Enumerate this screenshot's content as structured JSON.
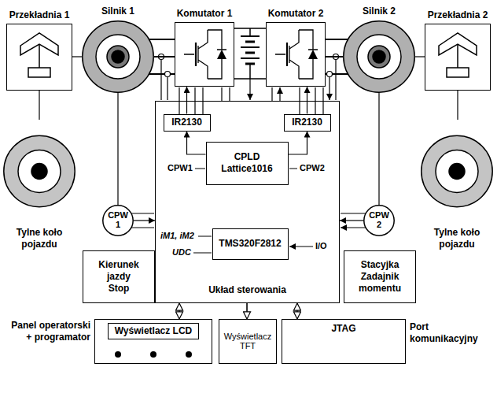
{
  "diagram": {
    "nodes": [
      {
        "text": [
          "Przekładnia 1"
        ]
      },
      {
        "text": [
          "Silnik 1"
        ]
      },
      {
        "text": [
          "Komutator 1"
        ]
      },
      {
        "text": [
          "Komutator 2"
        ]
      },
      {
        "text": [
          "Silnik 2"
        ]
      },
      {
        "text": [
          "Przekładnia 2"
        ]
      },
      {
        "text": [
          "Układ sterowania"
        ]
      },
      {
        "text": [
          "IR2130"
        ],
        "in": 6
      },
      {
        "text": [
          "IR2130"
        ],
        "in": 6
      },
      {
        "text": [
          "CPLD",
          "Lattice1016"
        ],
        "in": 6
      },
      {
        "text": [
          "TMS320F2812"
        ],
        "in": 6
      },
      {
        "text": [
          "CPW 1"
        ]
      },
      {
        "text": [
          "CPW 2"
        ]
      },
      {
        "text": [
          "Tylne koło pojazdu"
        ]
      },
      {
        "text": [
          "Tylne koło pojazdu"
        ]
      },
      {
        "text": [
          "Kierunek jazdy",
          "Stop"
        ]
      },
      {
        "text": [
          "Stacyjka",
          "Zadajnik momentu"
        ]
      },
      {
        "text": [
          "Panel operatorski + programator",
          "Wyświetlacz LCD"
        ]
      },
      {
        "text": [
          "Wyświetlacz TFT"
        ]
      },
      {
        "text": [
          "JTAG",
          "Port komunikacyjny"
        ]
      }
    ],
    "edges": [
      {
        "from": 1,
        "to": 0,
        "arrow": "none"
      },
      {
        "from": 0,
        "to": 13,
        "arrow": "none"
      },
      {
        "from": 1,
        "to": 2,
        "arrow": "none"
      },
      {
        "from": 7,
        "to": 2,
        "arrow": "to"
      },
      {
        "from": 8,
        "to": 3,
        "arrow": "to"
      },
      {
        "from": 4,
        "to": 3,
        "arrow": "none"
      },
      {
        "from": 4,
        "to": 5,
        "arrow": "none"
      },
      {
        "from": 5,
        "to": 14,
        "arrow": "none"
      },
      {
        "from": 9,
        "to": 7,
        "arrow": "to"
      },
      {
        "from": 9,
        "to": 8,
        "arrow": "to"
      },
      {
        "from": 1,
        "to": 11,
        "arrow": "none"
      },
      {
        "from": 4,
        "to": 12,
        "arrow": "none"
      },
      {
        "from": 11,
        "to": 6,
        "arrow": "to"
      },
      {
        "from": 12,
        "to": 6,
        "arrow": "to"
      },
      {
        "from": 6,
        "to": 17,
        "arrow": "both"
      },
      {
        "from": 6,
        "to": 18,
        "arrow": "to"
      },
      {
        "from": 6,
        "to": 19,
        "arrow": "both"
      }
    ],
    "labels": [
      "CPW1",
      "CPW2",
      "iM1, iM2",
      "UDC",
      "I/O"
    ]
  }
}
